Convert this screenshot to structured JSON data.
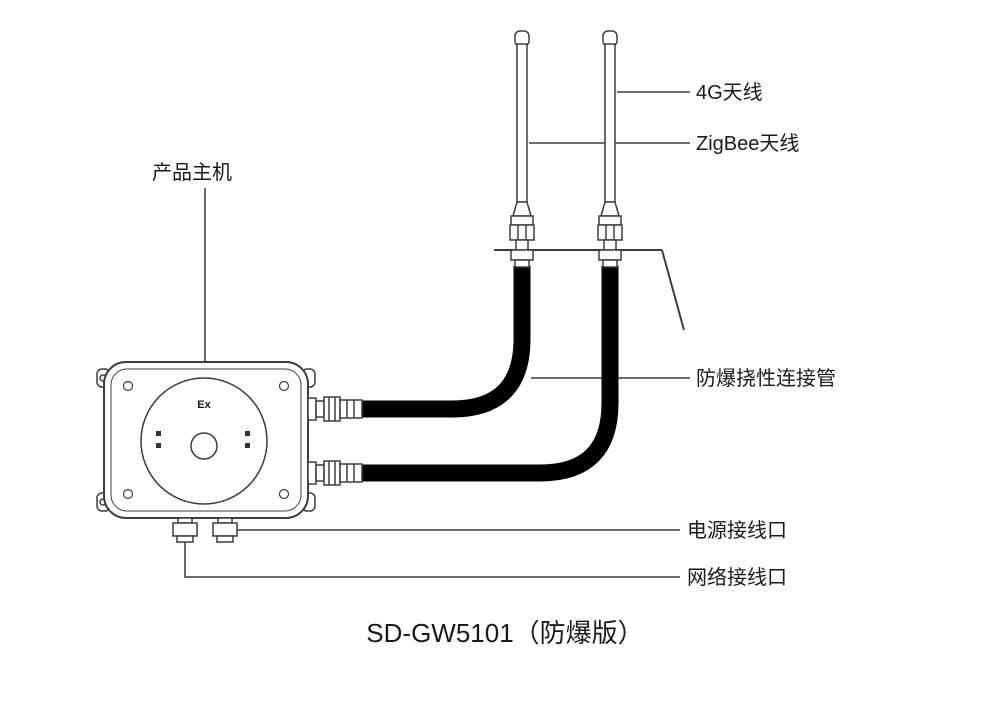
{
  "diagram": {
    "title": "SD-GW5101（防爆版）",
    "device": {
      "ex_marking": "Ex"
    },
    "labels": {
      "main_unit": "产品主机",
      "antenna_4g": "4G天线",
      "antenna_zigbee": "ZigBee天线",
      "conduit": "防爆挠性连接管",
      "power_port": "电源接线口",
      "network_port": "网络接线口"
    },
    "colors": {
      "outline": "#3d3d3d",
      "conduit_fill": "#000000",
      "text": "#1a1a1a",
      "background": "#ffffff"
    }
  }
}
